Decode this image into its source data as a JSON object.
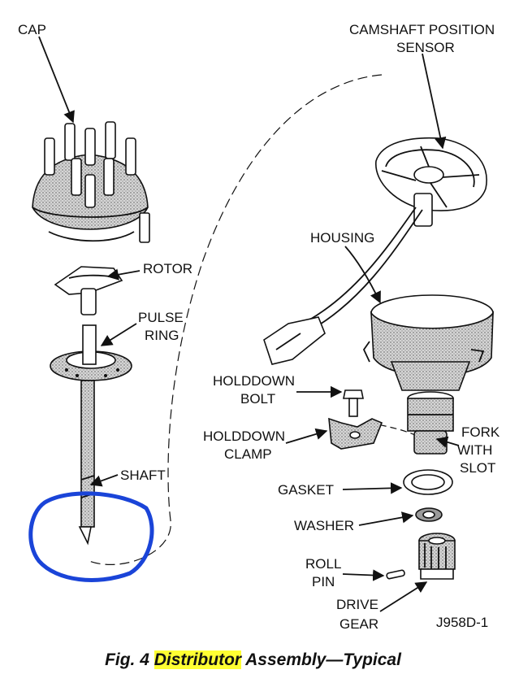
{
  "labels": {
    "cap": "CAP",
    "camshaft_sensor_1": "CAMSHAFT POSITION",
    "camshaft_sensor_2": "SENSOR",
    "housing": "HOUSING",
    "rotor": "ROTOR",
    "pulse_ring_1": "PULSE",
    "pulse_ring_2": "RING",
    "holddown_bolt_1": "HOLDDOWN",
    "holddown_bolt_2": "BOLT",
    "holddown_clamp_1": "HOLDDOWN",
    "holddown_clamp_2": "CLAMP",
    "fork_1": "FORK",
    "fork_2": "WITH",
    "fork_3": "SLOT",
    "shaft": "SHAFT",
    "gasket": "GASKET",
    "washer": "WASHER",
    "roll_pin_1": "ROLL",
    "roll_pin_2": "PIN",
    "drive_gear_1": "DRIVE",
    "drive_gear_2": "GEAR"
  },
  "part_id": "J958D-1",
  "caption": {
    "prefix": "Fig. 4 ",
    "highlight": "Distributor",
    "suffix": " Assembly—Typical"
  },
  "colors": {
    "highlight": "#ffff33",
    "annotation_circle": "#1a44d8",
    "ink": "#111111"
  }
}
